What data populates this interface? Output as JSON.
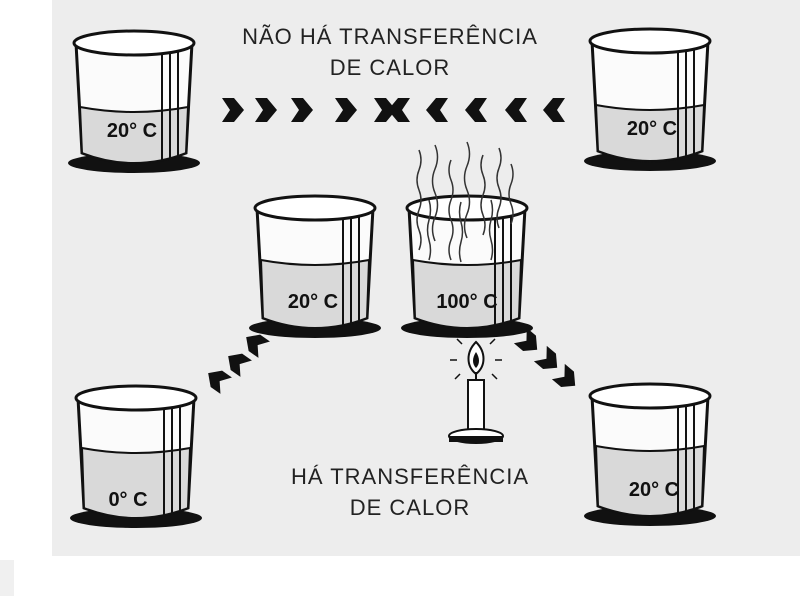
{
  "top_caption": {
    "line1": "NÃO HÁ TRANSFERÊNCIA",
    "line2": "DE CALOR"
  },
  "bottom_caption": {
    "line1": "HÁ TRANSFERÊNCIA",
    "line2": "DE CALOR"
  },
  "beakers": [
    {
      "id": "top-left",
      "label": "20° C"
    },
    {
      "id": "top-right",
      "label": "20° C"
    },
    {
      "id": "middle-left",
      "label": "20° C"
    },
    {
      "id": "middle-hot",
      "label": "100° C"
    },
    {
      "id": "bottom-left",
      "label": "0° C"
    },
    {
      "id": "bottom-right",
      "label": "20° C"
    }
  ],
  "colors": {
    "ink": "#111111",
    "paper": "#ededed",
    "liquid": "#d9d9d9"
  },
  "icons": [
    "arrow-right-icon",
    "arrow-left-icon",
    "candle-icon",
    "steam-icon"
  ]
}
